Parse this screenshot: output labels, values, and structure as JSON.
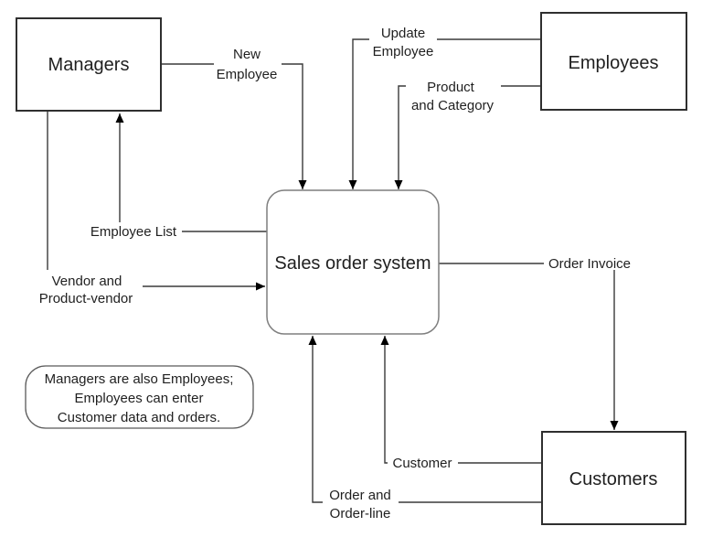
{
  "diagram": {
    "process": {
      "label": "Sales order system"
    },
    "entities": [
      {
        "id": "managers",
        "label": "Managers"
      },
      {
        "id": "employees",
        "label": "Employees"
      },
      {
        "id": "customers",
        "label": "Customers"
      }
    ],
    "flows": [
      {
        "id": "new-employee",
        "label_lines": [
          "New",
          "Employee"
        ],
        "from": "Managers",
        "to": "Sales order system"
      },
      {
        "id": "update-employee",
        "label_lines": [
          "Update",
          "Employee"
        ],
        "from": "Employees",
        "to": "Sales order system"
      },
      {
        "id": "product-and-category",
        "label_lines": [
          "Product",
          "and Category"
        ],
        "from": "Employees",
        "to": "Sales order system"
      },
      {
        "id": "employee-list",
        "label_lines": [
          "Employee List"
        ],
        "from": "Sales order system",
        "to": "Managers"
      },
      {
        "id": "vendor-and-product-vendor",
        "label_lines": [
          "Vendor and",
          "Product-vendor"
        ],
        "from": "Managers",
        "to": "Sales order system"
      },
      {
        "id": "order-invoice",
        "label_lines": [
          "Order Invoice"
        ],
        "from": "Sales order system",
        "to": "Customers"
      },
      {
        "id": "customer",
        "label_lines": [
          "Customer"
        ],
        "from": "Customers",
        "to": "Sales order system"
      },
      {
        "id": "order-and-order-line",
        "label_lines": [
          "Order and",
          "Order-line"
        ],
        "from": "Customers",
        "to": "Sales order system"
      }
    ],
    "note": {
      "lines": [
        "Managers are also Employees;",
        "Employees can enter",
        "Customer data and orders."
      ]
    },
    "colors": {
      "background": "#ffffff",
      "line": "#3a3a3a",
      "arrowhead": "#000000",
      "entity_border": "#2f2f2f",
      "process_border": "#7f7f7f",
      "note_border": "#595959",
      "text": "#1f1f1f"
    }
  }
}
